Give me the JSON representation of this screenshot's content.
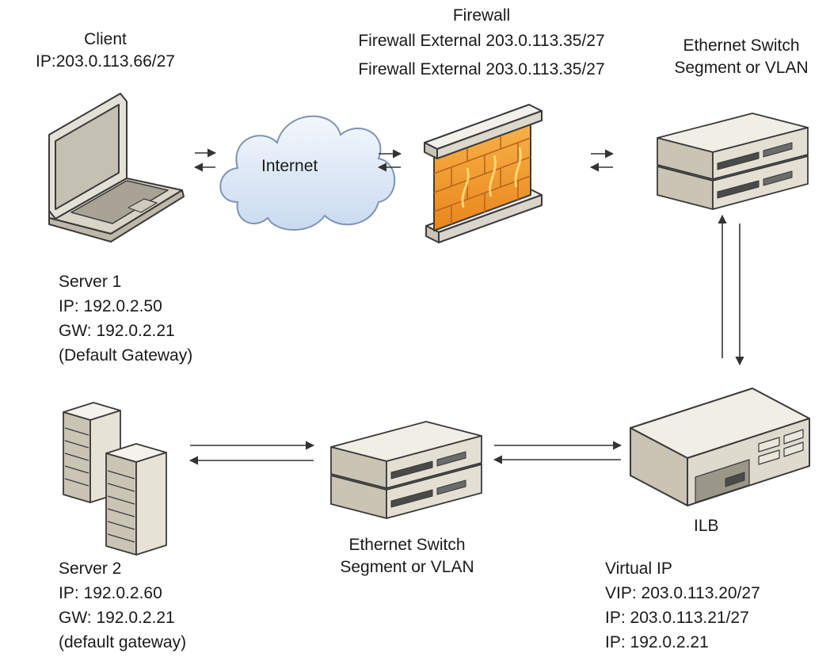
{
  "client": {
    "title": "Client",
    "ip": "IP:203.0.113.66/27"
  },
  "internet": {
    "label": "Internet"
  },
  "firewall": {
    "title": "Firewall",
    "line1": "Firewall External 203.0.113.35/27",
    "line2": "Firewall External 203.0.113.35/27"
  },
  "switch_top": {
    "line1": "Ethernet Switch",
    "line2": "Segment or VLAN"
  },
  "server1": {
    "title": "Server 1",
    "ip": "IP: 192.0.2.50",
    "gw": "GW: 192.0.2.21",
    "note": "(Default Gateway)"
  },
  "server2": {
    "title": "Server 2",
    "ip": "IP: 192.0.2.60",
    "gw": "GW: 192.0.2.21",
    "note": "(default gateway)"
  },
  "switch_bottom": {
    "line1": "Ethernet Switch",
    "line2": "Segment or VLAN"
  },
  "ilb": {
    "label": "ILB",
    "title": "Virtual IP",
    "vip": "VIP: 203.0.113.20/27",
    "ip1": "IP: 203.0.113.21/27",
    "ip2": "IP: 192.0.2.21"
  },
  "colors": {
    "device_face": "#e6e2d6",
    "device_top": "#f1eee6",
    "device_side": "#c9c4b4",
    "cloud": "#dfe9f6",
    "brick": "#f2a23a",
    "brick_dark": "#e07d1a",
    "stone": "#e4e1da",
    "line": "#333333"
  }
}
